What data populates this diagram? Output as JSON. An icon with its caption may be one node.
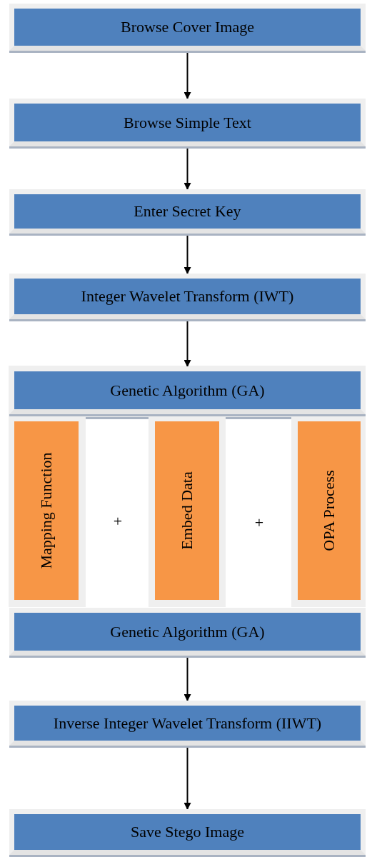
{
  "diagram": {
    "nodes": [
      {
        "text": [
          "Browse Cover Image"
        ]
      },
      {
        "text": [
          "Browse Simple Text"
        ]
      },
      {
        "text": [
          "Enter Secret Key"
        ]
      },
      {
        "text": [
          "Integer Wavelet Transform (IWT)"
        ]
      },
      {
        "text": [
          "Genetic Algorithm (GA)"
        ]
      },
      {
        "text": [
          "Mapping Function"
        ]
      },
      {
        "text": [
          "Embed Data"
        ]
      },
      {
        "text": [
          "OPA Process"
        ]
      },
      {
        "text": [
          "Genetic Algorithm (GA)"
        ]
      },
      {
        "text": [
          "Inverse Integer Wavelet Transform (IIWT)"
        ]
      },
      {
        "text": [
          "Save Stego Image"
        ]
      }
    ],
    "edges": [
      {
        "from": 0,
        "to": 1,
        "arrow": "to"
      },
      {
        "from": 1,
        "to": 2,
        "arrow": "to"
      },
      {
        "from": 2,
        "to": 3,
        "arrow": "to"
      },
      {
        "from": 3,
        "to": 4,
        "arrow": "to"
      },
      {
        "from": 8,
        "to": 9,
        "arrow": "to"
      },
      {
        "from": 9,
        "to": 10,
        "arrow": "to"
      }
    ],
    "labels": [
      "+",
      "+"
    ]
  }
}
